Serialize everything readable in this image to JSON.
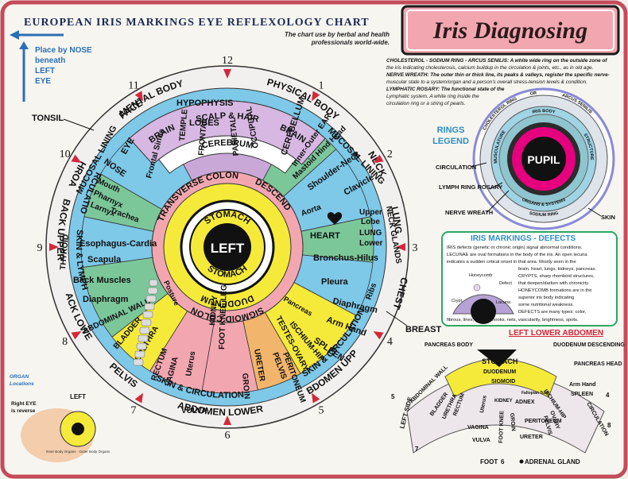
{
  "header": {
    "chart_title": "European Iris Markings Eye Reflexology Chart",
    "badge_title": "Iris Diagnosing",
    "subtitle_line1": "The chart use by herbal and health",
    "subtitle_line2": "professionals world-wide."
  },
  "nose_note": {
    "line1": "Place by NOSE",
    "line2": "beneath",
    "line3": "LEFT",
    "line4": "EYE"
  },
  "clock_numbers": [
    "12",
    "1",
    "2",
    "3",
    "4",
    "5",
    "6",
    "7",
    "8",
    "9",
    "10",
    "11"
  ],
  "outer_ring": [
    "MENTAL BODY",
    "PHYSICAL BODY",
    "NECK",
    "LUNG",
    "CHEST",
    "BREAST",
    "ABDOMEN UPPER",
    "ABDOMEN LOWER",
    "PELVIS",
    "BACK LOWER",
    "BACK UPPER",
    "THROAT",
    "TONSIL",
    "FACE"
  ],
  "ring_skin_circ": [
    "SKIN & CIRCULATION",
    "SKIN & CIRCULATION",
    "SKIN & LYMPH",
    "CIRCULATION"
  ],
  "top_band": [
    "BRAIN",
    "SCALP & HAIR",
    "BRAIN",
    "CEREBRUM"
  ],
  "sectors": [
    "HYPOPHYSIS",
    "LOBES",
    "TEMPLE",
    "FRONTAL",
    "PARIETAL",
    "OCCIPITAL",
    "CEREBELLUM",
    "Inner-Outer EAR",
    "Mastoid Hind Head",
    "Shoulder-Neck",
    "Clavicle",
    "MUCOSAL LINING",
    "MUCOSAL LINING",
    "Frontal Sinus",
    "EYE",
    "NOSE",
    "Mouth",
    "Pharnyx",
    "Larnyx",
    "Trachea",
    "THYROID",
    "Esophagus-Cardia",
    "Scapula",
    "Back Muscles",
    "Diaphragm",
    "Aorta",
    "HEART",
    "Upper",
    "Lobe",
    "LUNG",
    "Lower",
    "Bronchus-Hilus",
    "Pleura",
    "Ribs",
    "NECK GLANDS",
    "Diaphragm",
    "Arm Hand",
    "SPLEEN",
    "ISCHIUM-HIP",
    "TESTES-OVARY",
    "PELVIS",
    "PERITONEUM",
    "URETER",
    "GROIN",
    "FOOT KNEE LEG",
    "KIDNEY",
    "Uterus",
    "VULVA",
    "VAGINA",
    "RECTUM",
    "URETHRA",
    "BLADDER",
    "ABDOMINAL WALL",
    "Posture",
    "Pancreas"
  ],
  "inner_ring": [
    "TRANSVERSE COLON",
    "DESCEND",
    "SIGMOID COLON",
    "DUODENUM",
    "STOMACH",
    "STOMACH"
  ],
  "pupil_label": "LEFT",
  "legend_text": {
    "line1": "CHOLESTEROL - SODIUM RING - ARCUS SENILIS: A white wide ring on the outside zone of",
    "line2": "the iris indicating cholesterosis, calcium buildup in the circulation & joints, etc., as in old age.",
    "line3": "NERVE WREATH: The outer thin or thick line, its peaks & valleys, register the specific nerve-",
    "line4": "muscular state to a system/organ and a person's overall stress-tension levels & condition.",
    "line5": "LYMPHATIC ROSARY: The functional state of the",
    "line6": "Lymphatic system. A white ring inside the",
    "line7": "circulation ring or a string of pearls."
  },
  "rings_legend": {
    "title_line1": "RINGS",
    "title_line2": "LEGEND",
    "pupil": "PUPIL",
    "ring_words": [
      "CHOLESTEROL RING",
      "OR",
      "ARCUS SENILIS",
      "IRIS BODY",
      "STRUCTURE",
      "ORGANS & SYSTEMS",
      "MUSCULATURE",
      "SODIUM RING"
    ],
    "callouts": [
      "CIRCULATION",
      "LYMPH RING ROSARY",
      "NERVE WREATH",
      "SKIN"
    ]
  },
  "defects": {
    "title": "IRIS MARKINGS - DEFECTS",
    "line1": "IRIS defects (genetic or chronic origin) signal abnormal conditions.",
    "line2": "LECUNAE are oval formations in the body of the iris. An open lecuna",
    "line3": "indicates a sudden critical onset in that area. Mostly seen in the",
    "line4": "brain, heart, lungs, kidneys, pancreas.",
    "line5": "CRYPTS, sharp rhomboid structures,",
    "line6": "that deepen/darken with chronicity.",
    "line7": "HONEYCOMB formations are in the",
    "line8": "superior iris body indicating",
    "line9": "some nutritional weakness.",
    "line10": "DEFECTS are many types: color,",
    "line11": "fibrous, lines, lattices, hooks, nets, vascularity, brightness, spots.",
    "diagram_labels": [
      "Honeycomb",
      "Defect",
      "Crypt",
      "Lacuna"
    ]
  },
  "abdomen": {
    "title": "LEFT LOWER ABDOMEN",
    "labels": [
      "PANCREAS BODY",
      "DUODENUM DESCENDING",
      "PANCREAS HEAD",
      "STOMACH",
      "DUODENUM",
      "SIGMOID",
      "Arm Hand",
      "SPLEEN",
      "ISCHIUM-HIP",
      "OVARY",
      "ADNEX",
      "PELVIS",
      "PERITONEUM",
      "URETER",
      "GROIN",
      "FOOT KNEE",
      "VULVA",
      "VAGINA",
      "RECTUM",
      "URETHRA",
      "BLADDER",
      "ABDOMINAL WALL",
      "CIRCULATION",
      "Fallopian Tube",
      "Uterus",
      "KIDNEY"
    ],
    "side_labels": [
      "LEFT SIDE",
      "5",
      "7",
      "8",
      "4",
      "FOOT",
      "6"
    ],
    "adrenal": "ADRENAL GLAND"
  },
  "organ_locations": {
    "title_line1": "ORGAN",
    "title_line2": "Locations",
    "note_line1": "Right EYE",
    "note_line2": "is reverse",
    "left": "LEFT",
    "ring": "Inner Body Organs · Outer Body Organs"
  },
  "colors": {
    "red": "#d4283a",
    "blue": "#7ec8e8",
    "purple": "#c9a8d8",
    "pink": "#f2a7b0",
    "yellow": "#f5ea3a",
    "green": "#7cc79a",
    "orange": "#f2b56c"
  }
}
